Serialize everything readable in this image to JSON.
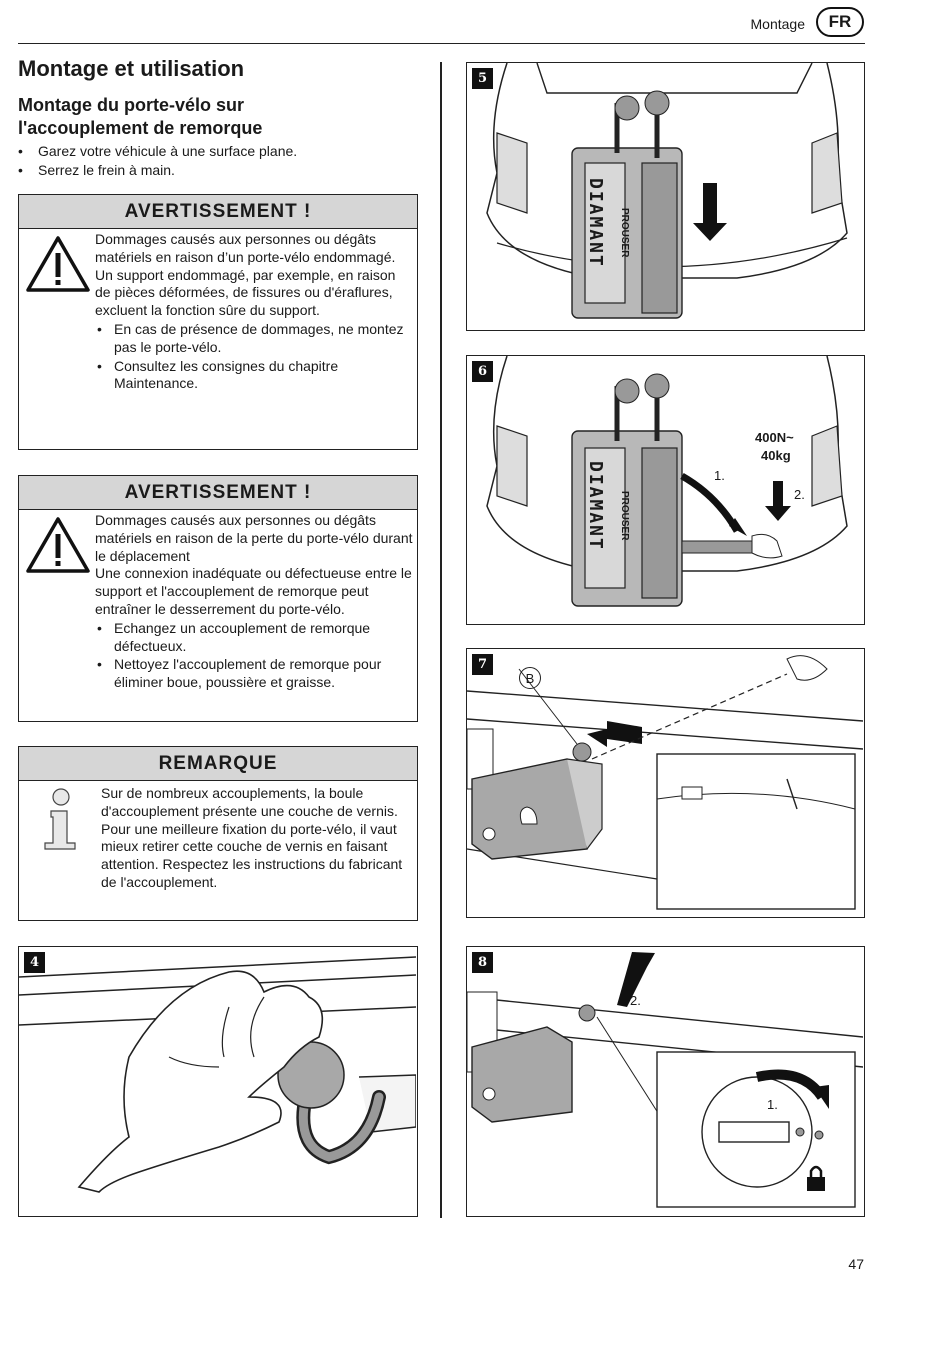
{
  "header": {
    "section": "Montage",
    "lang": "FR"
  },
  "title": "Montage et utilisation",
  "subtitle": "Montage du porte-vélo sur l'accouplement de remorque",
  "intro_bullets": [
    "Garez votre véhicule à une surface plane.",
    "Serrez le frein à main."
  ],
  "warning1": {
    "heading": "AVERTISSEMENT !",
    "lead": "Dommages causés aux personnes ou dégâts matériels en raison d’un porte-vélo endommagé.",
    "body": "Un support endommagé, par exemple, en raison de pièces déformées, de fissures ou d'éraflures, excluent la fonction sûre du support.",
    "bullets": [
      "En cas de présence de dommages, ne montez pas le porte-vélo.",
      "Consultez les consignes du chapitre Maintenance."
    ]
  },
  "warning2": {
    "heading": "AVERTISSEMENT !",
    "lead": "Dommages causés aux personnes ou dégâts matériels en raison de la perte du porte-vélo durant le déplacement",
    "body": "Une connexion inadéquate ou défectueuse entre le support et l'accouplement de remorque peut entraîner le desserrement du porte-vélo.",
    "bullets": [
      "Echangez un accouplement de remorque défectueux.",
      "Nettoyez l'accouplement de remorque pour éliminer boue, poussière et graisse."
    ]
  },
  "note": {
    "heading": "REMARQUE",
    "lead": "Sur de nombreux accouplements, la boule d'accouplement présente une couche de vernis.",
    "body": "Pour une meilleure fixation du porte-vélo, il vaut mieux retirer cette couche de vernis en faisant attention. Respectez les instructions du fabricant de l'accouplement."
  },
  "figures": {
    "f4": {
      "num": "4"
    },
    "f5": {
      "num": "5",
      "brand": "DIAMANT",
      "logo": "PROUSER"
    },
    "f6": {
      "num": "6",
      "brand": "DIAMANT",
      "logo": "PROUSER",
      "load": "400N~",
      "load2": "40kg",
      "step1": "1.",
      "step2": "2."
    },
    "f7": {
      "num": "7",
      "callout": "B"
    },
    "f8": {
      "num": "8",
      "step1": "1.",
      "step2": "2."
    }
  },
  "page_number": "47"
}
